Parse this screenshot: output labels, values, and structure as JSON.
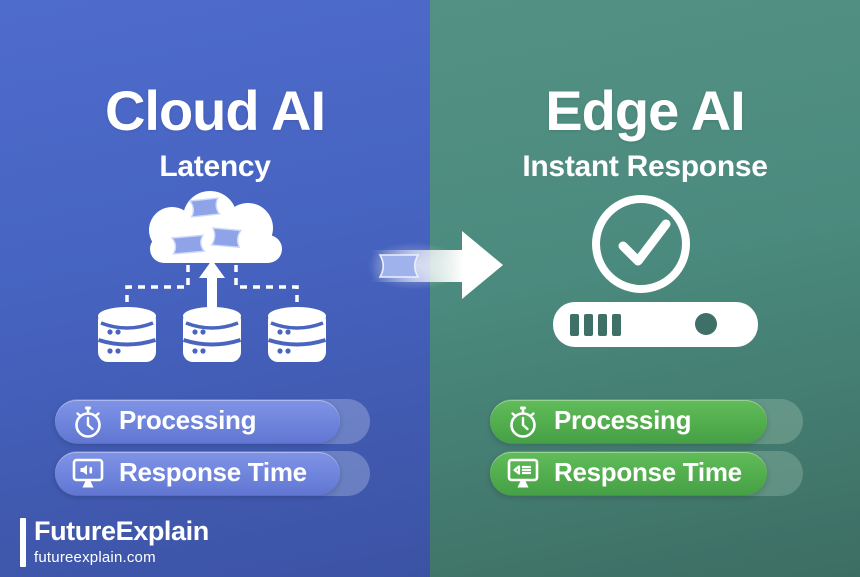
{
  "comparison": {
    "left": {
      "title": "Cloud AI",
      "subtitle": "Latency",
      "badges": [
        {
          "icon": "stopwatch-icon",
          "label": "Processing"
        },
        {
          "icon": "monitor-audio-icon",
          "label": "Response Time"
        }
      ]
    },
    "right": {
      "title": "Edge AI",
      "subtitle": "Instant Response",
      "badges": [
        {
          "icon": "stopwatch-icon",
          "label": "Processing"
        },
        {
          "icon": "monitor-list-icon",
          "label": "Response Time"
        }
      ]
    }
  },
  "footer": {
    "brand": "FutureExplain",
    "website": "futureexplain.com"
  },
  "icons": {
    "left_illustration": [
      "cloud-icon",
      "data-packet-icon",
      "upload-arrow-icon",
      "dashed-connector",
      "database-icon"
    ],
    "middle_illustration": [
      "flow-arrow-icon",
      "data-packet-icon"
    ],
    "right_illustration": [
      "check-circle-icon",
      "edge-device-icon"
    ]
  },
  "colors": {
    "left_bg": "#4663c0",
    "left_bg_deep": "#3c53a4",
    "right_bg": "#4b8a7e",
    "right_bg_deep": "#3d6e63",
    "left_pill": "#6e84dc",
    "right_pill": "#52ad4d",
    "packet_blue": "#8fa3e8",
    "text": "#ffffff"
  }
}
